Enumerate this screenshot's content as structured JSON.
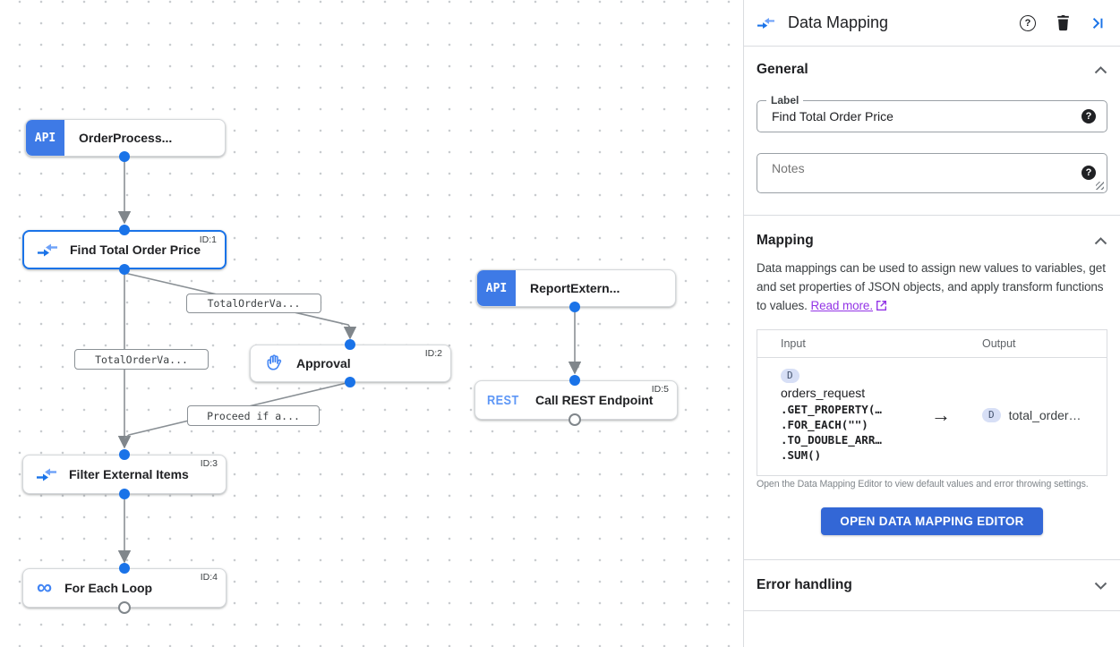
{
  "canvas": {
    "nodes": [
      {
        "label": "OrderProcess...",
        "icon_text": "API",
        "id_badge": ""
      },
      {
        "label": "Find Total Order Price",
        "id_badge": "ID:1"
      },
      {
        "label": "ReportExtern...",
        "icon_text": "API",
        "id_badge": ""
      },
      {
        "label": "Approval",
        "id_badge": "ID:2"
      },
      {
        "label": "Call REST Endpoint",
        "icon_text": "REST",
        "id_badge": "ID:5"
      },
      {
        "label": "Filter External Items",
        "id_badge": "ID:3"
      },
      {
        "label": "For Each Loop",
        "id_badge": "ID:4"
      }
    ],
    "edge_labels": [
      {
        "text": "TotalOrderVa..."
      },
      {
        "text": "TotalOrderVa..."
      },
      {
        "text": "Proceed if a..."
      }
    ]
  },
  "panel": {
    "title": "Data Mapping",
    "general": {
      "heading": "General",
      "label_field": {
        "label": "Label",
        "value": "Find Total Order Price"
      },
      "notes_placeholder": "Notes"
    },
    "mapping": {
      "heading": "Mapping",
      "description": "Data mappings can be used to assign new values to variables, get and set properties of JSON objects, and apply transform functions to values.",
      "read_more": "Read more.",
      "table": {
        "input_header": "Input",
        "output_header": "Output",
        "badge": "D",
        "input_var": "orders_request",
        "input_lines": [
          ".GET_PROPERTY(…",
          ".FOR_EACH(\"\")",
          ".TO_DOUBLE_ARR…",
          ".SUM()"
        ],
        "output_var": "total_order…"
      },
      "editor_note": "Open the Data Mapping Editor to view default values and error throwing settings.",
      "open_editor_button": "OPEN DATA MAPPING EDITOR"
    },
    "error_handling": {
      "heading": "Error handling"
    }
  },
  "icons": {
    "question": "?",
    "arrow": "→",
    "infinity": "∞"
  },
  "colors": {
    "accent_blue": "#1a73e8",
    "node_blue": "#3e7ae6",
    "rest_blue": "#5e97f6",
    "button_blue": "#3367d6",
    "link_purple": "#9334e6",
    "edge_gray": "#8a9095"
  }
}
